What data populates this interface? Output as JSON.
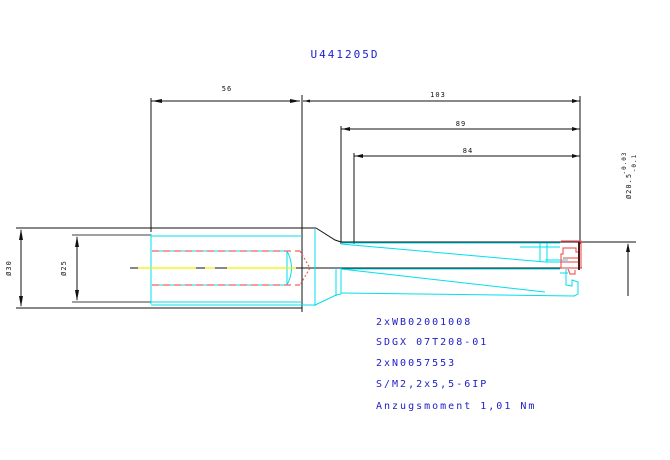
{
  "drawing": {
    "title": "U441205D",
    "colors": {
      "dimension": "#111111",
      "outline": "#00e5f0",
      "hidden": "#f06060",
      "centerline": "#f0f000",
      "text": "#2020c8"
    }
  },
  "dimensions": {
    "shank_length": "56",
    "overall_length": "103",
    "body_length": "89",
    "flute_length": "84",
    "shank_diameter": "Ø30",
    "bore_diameter": "Ø25",
    "drill_diameter": "Ø20.5",
    "drill_tol_upper": "-0.03",
    "drill_tol_lower": "-0.1"
  },
  "notes": [
    "2xWB02001008",
    "SDGX 07T208-01",
    "2xN0057553",
    "S/M2,2x5,5-6IP",
    "Anzugsmoment 1,01 Nm"
  ]
}
